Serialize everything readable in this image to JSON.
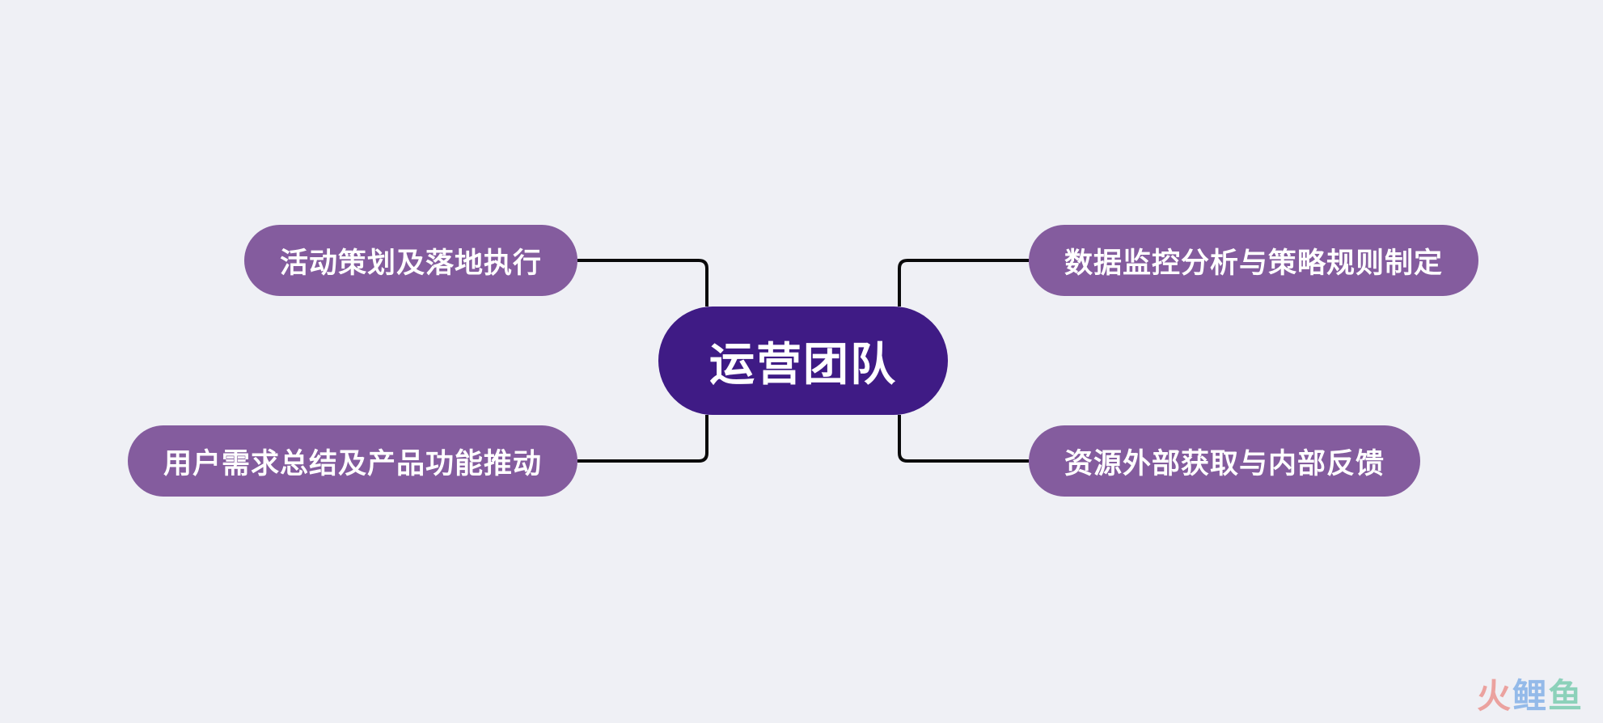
{
  "diagram": {
    "central": {
      "label": "运营团队"
    },
    "branches": [
      {
        "id": "b1",
        "label": "活动策划及落地执行"
      },
      {
        "id": "b2",
        "label": "用户需求总结及产品功能推动"
      },
      {
        "id": "b3",
        "label": "数据监控分析与策略规则制定"
      },
      {
        "id": "b4",
        "label": "资源外部获取与内部反馈"
      }
    ]
  },
  "watermark": {
    "chars": [
      "火",
      "鲤",
      "鱼"
    ],
    "colors": [
      "#e8645a",
      "#4a8fe0",
      "#3cb88a"
    ]
  },
  "colors": {
    "background": "#eff0f5",
    "central_fill": "#3f1b85",
    "branch_fill": "#845c9e",
    "connector": "#0a0a0a",
    "text": "#ffffff"
  }
}
